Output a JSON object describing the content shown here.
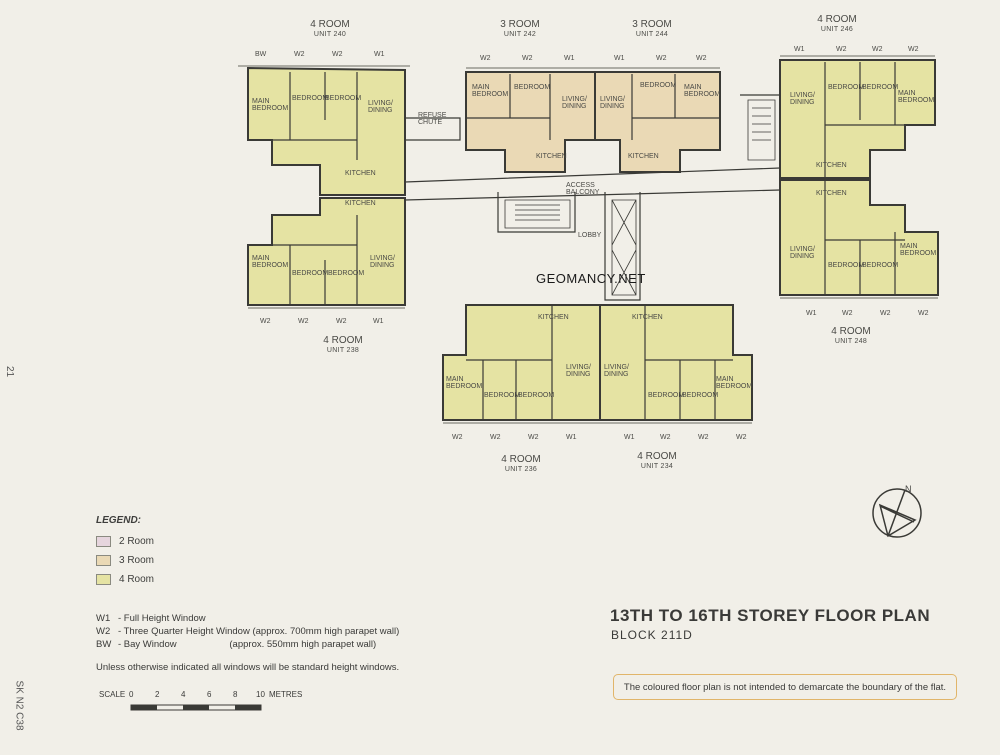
{
  "plan": {
    "title": "13TH TO 16TH STOREY FLOOR PLAN",
    "block": "BLOCK 211D",
    "notice": "The coloured floor plan is not intended to demarcate the boundary of the flat.",
    "watermark": "GEOMANCY.NET",
    "page_number": "21",
    "sheet_code": "SK N2 C38",
    "north_label": "N"
  },
  "units": [
    {
      "type": "4 ROOM",
      "unit": "UNIT 240"
    },
    {
      "type": "3 ROOM",
      "unit": "UNIT 242"
    },
    {
      "type": "3 ROOM",
      "unit": "UNIT 244"
    },
    {
      "type": "4 ROOM",
      "unit": "UNIT 246"
    },
    {
      "type": "4 ROOM",
      "unit": "UNIT 238"
    },
    {
      "type": "4 ROOM",
      "unit": "UNIT 248"
    },
    {
      "type": "4 ROOM",
      "unit": "UNIT 236"
    },
    {
      "type": "4 ROOM",
      "unit": "UNIT 234"
    }
  ],
  "labels": {
    "main_bedroom": "MAIN BEDROOM",
    "bedroom": "BEDROOM",
    "living_dining": "LIVING/ DINING",
    "kitchen": "KITCHEN",
    "access_balcony": "ACCESS BALCONY",
    "lobby": "LOBBY",
    "refuse_chute": "REFUSE CHUTE"
  },
  "window_codes": {
    "w1": "W1",
    "w2": "W2",
    "bw": "BW"
  },
  "legend": {
    "title": "LEGEND:",
    "items": [
      {
        "label": "2 Room",
        "color": "#e6d5dd"
      },
      {
        "label": "3 Room",
        "color": "#ead9b5"
      },
      {
        "label": "4 Room",
        "color": "#e5e3a3"
      }
    ]
  },
  "window_notes": [
    {
      "code": "W1",
      "text": "- Full Height Window"
    },
    {
      "code": "W2",
      "text": "- Three Quarter Height Window (approx. 700mm high parapet wall)"
    },
    {
      "code": "BW",
      "text": "- Bay Window                    (approx. 550mm high parapet wall)"
    }
  ],
  "standard_note": "Unless otherwise indicated all windows will be standard height windows.",
  "scale": {
    "label": "SCALE",
    "ticks": [
      "0",
      "2",
      "4",
      "6",
      "8",
      "10"
    ],
    "unit": "METRES"
  },
  "colors": {
    "four_room": "#e5e3a3",
    "three_room": "#ead9b5",
    "wall": "#3a3a36",
    "background": "#f1efe8"
  }
}
